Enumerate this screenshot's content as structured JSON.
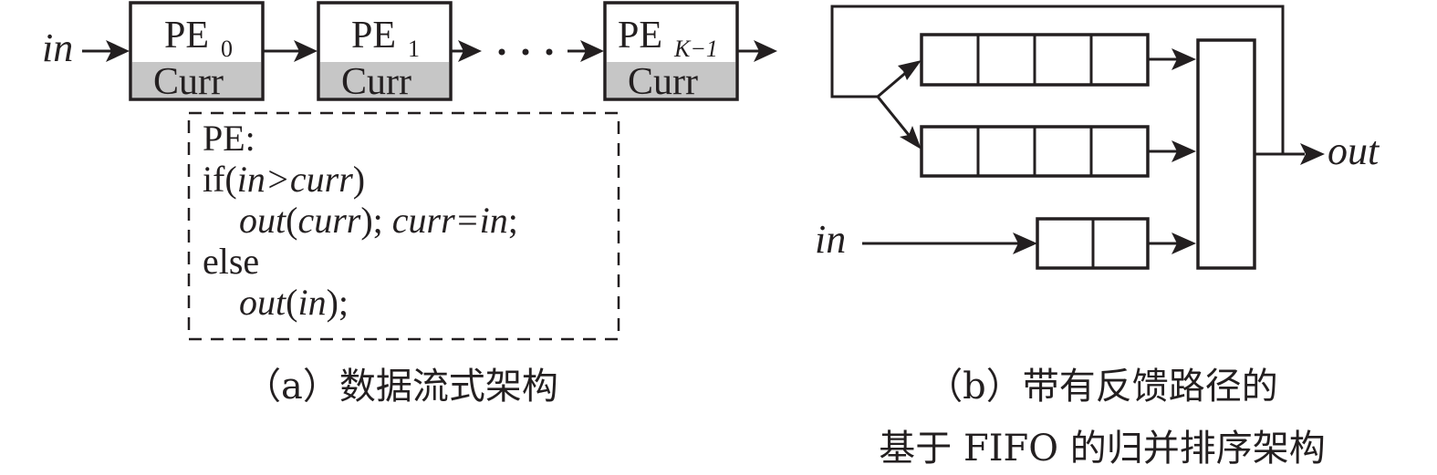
{
  "panel_a": {
    "input_label": "in",
    "pe_cells": [
      {
        "name": "PE",
        "subscript": "0",
        "register": "Curr"
      },
      {
        "name": "PE",
        "subscript": "1",
        "register": "Curr"
      },
      {
        "name": "PE",
        "subscript": "K−1",
        "register": "Curr"
      }
    ],
    "ellipsis": "· · ·",
    "pseudocode": {
      "title": "PE:",
      "line1_kw": "if(",
      "line1_cond": "in>curr",
      "line1_close": ")",
      "line2_a": "out",
      "line2_b": "(",
      "line2_c": "curr",
      "line2_d": "); ",
      "line2_e": "curr=in",
      "line2_f": ";",
      "line3": "else",
      "line4_a": "out",
      "line4_b": "(",
      "line4_c": "in",
      "line4_d": ");"
    },
    "caption": "（a）数据流式架构"
  },
  "panel_b": {
    "input_label": "in",
    "output_label": "out",
    "fifos": [
      {
        "name": "fifo-top",
        "cells": 4,
        "source": "feedback"
      },
      {
        "name": "fifo-middle",
        "cells": 4,
        "source": "feedback"
      },
      {
        "name": "fifo-input",
        "cells": 2,
        "source": "in"
      }
    ],
    "merger": "merge-unit",
    "caption_line1": "（b）带有反馈路径的",
    "caption_line2": "基于 FIFO 的归并排序架构"
  }
}
